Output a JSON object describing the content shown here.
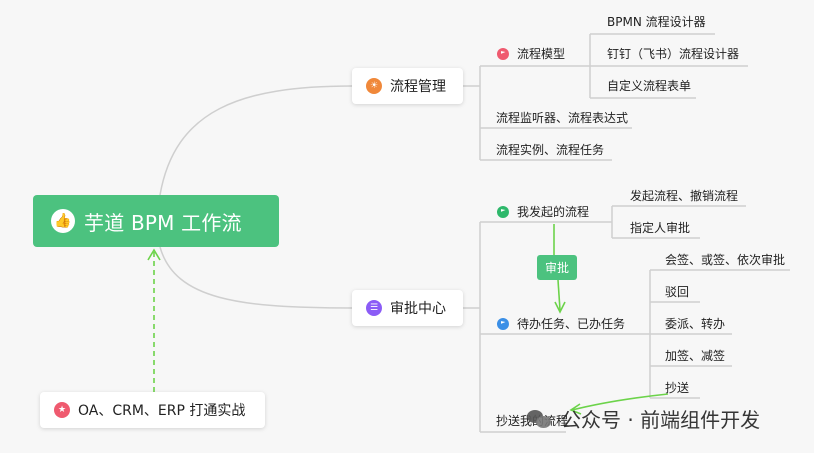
{
  "root": {
    "label": "芋道 BPM 工作流",
    "icon": "thumbs-up-icon"
  },
  "branches": {
    "process_mgmt": {
      "label": "流程管理",
      "icon": "bulb-icon",
      "color": "#f0883a"
    },
    "approval_center": {
      "label": "审批中心",
      "icon": "document-icon",
      "color": "#8b5cf6"
    }
  },
  "process_mgmt": {
    "model": {
      "label": "流程模型",
      "color": "#ef5a6f",
      "items": [
        "BPMN 流程设计器",
        "钉钉（飞书）流程设计器",
        "自定义流程表单"
      ]
    },
    "listener": "流程监听器、流程表达式",
    "instance": "流程实例、流程任务"
  },
  "approval_center": {
    "started": {
      "label": "我发起的流程",
      "color": "#2eb86b",
      "items": [
        "发起流程、撤销流程",
        "指定人审批"
      ]
    },
    "tasks": {
      "label": "待办任务、已办任务",
      "color": "#3b8fe6",
      "items": [
        "会签、或签、依次审批",
        "驳回",
        "委派、转办",
        "加签、减签",
        "抄送"
      ]
    },
    "cc": "抄送我的流程"
  },
  "annotation": {
    "label": "审批"
  },
  "bottom": {
    "label": "OA、CRM、ERP 打通实战",
    "icon": "star-icon",
    "color": "#ef5a6f"
  },
  "watermark": {
    "label": "公众号 · 前端组件开发",
    "icon": "wechat-icon"
  }
}
